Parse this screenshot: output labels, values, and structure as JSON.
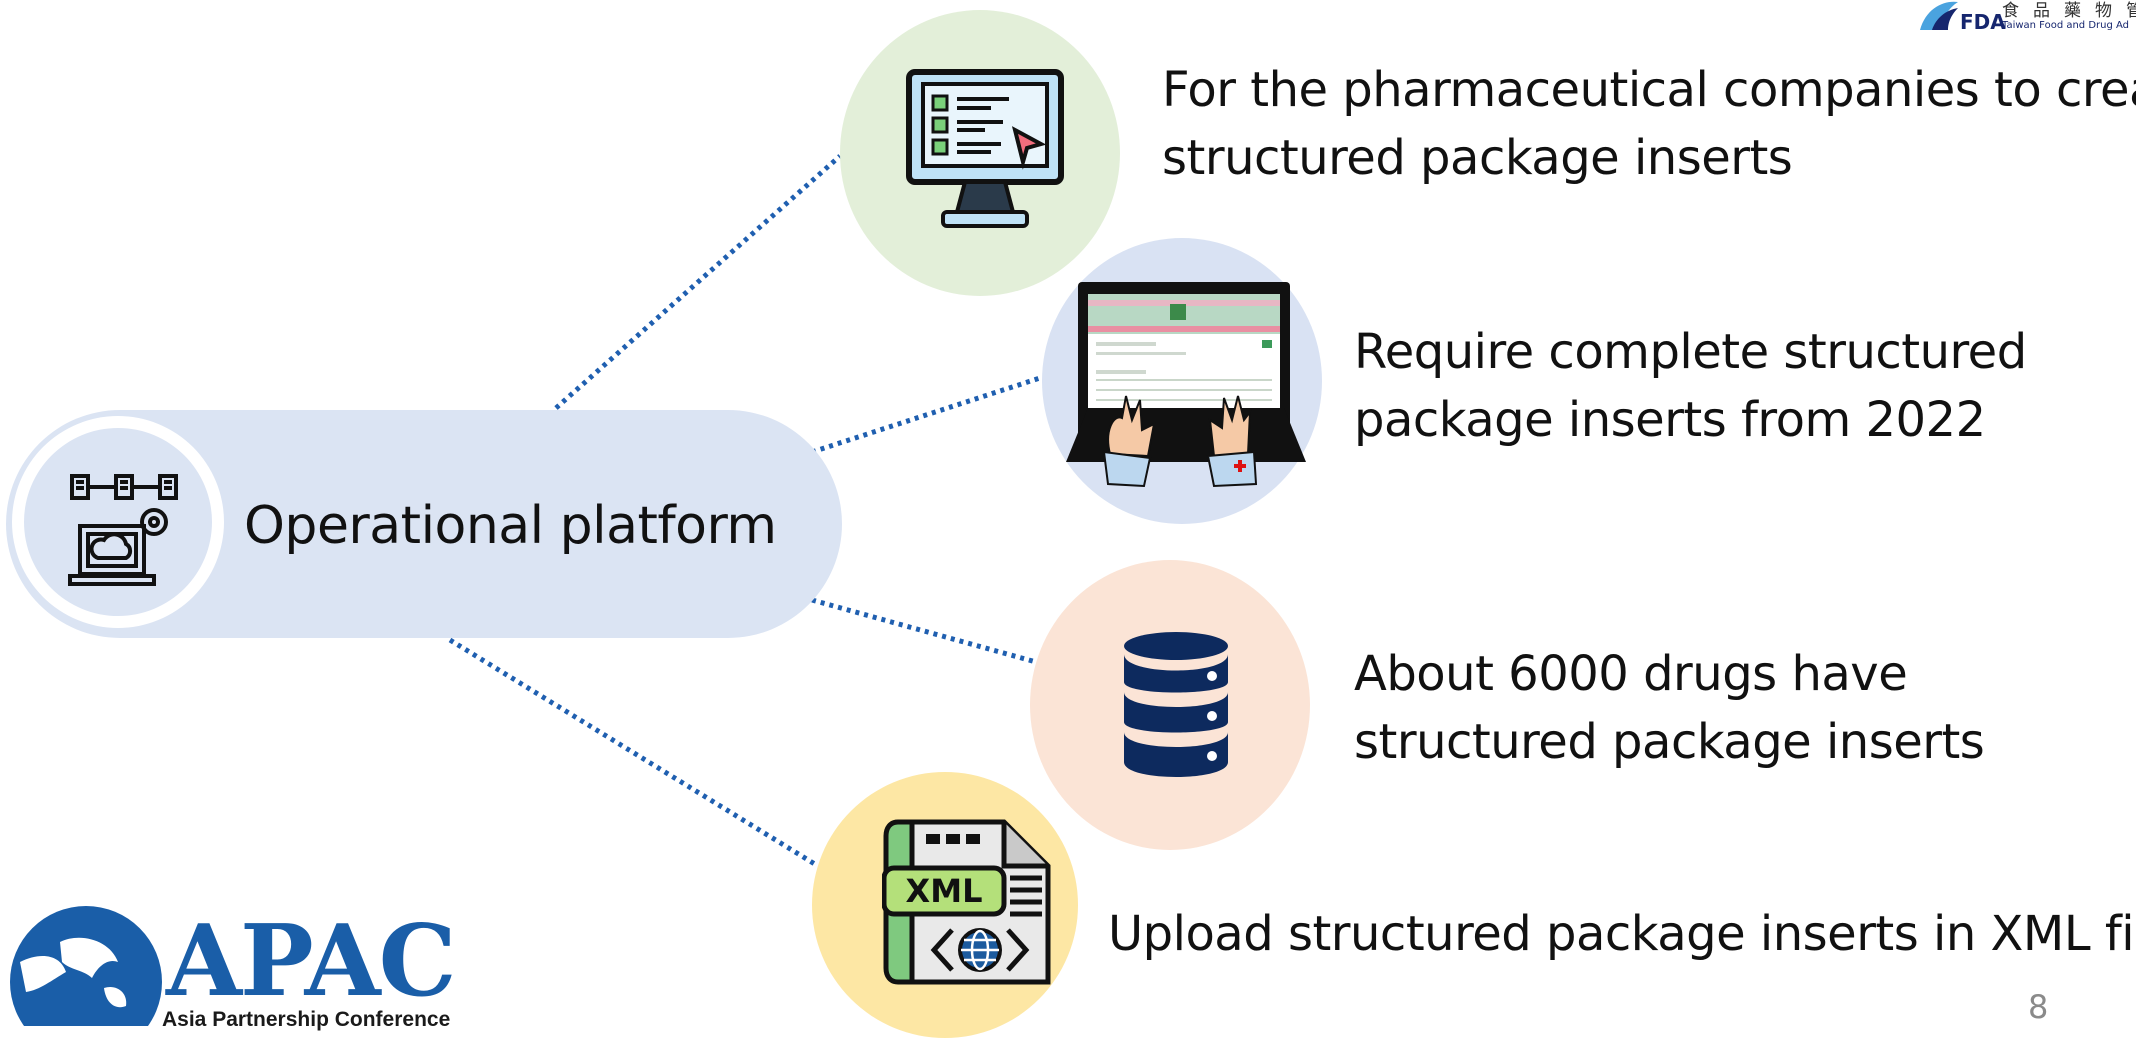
{
  "header": {
    "logo_chinese": "食品藥物管",
    "logo_acronym": "FDA",
    "logo_english": "Taiwan Food and Drug Ad"
  },
  "hub": {
    "label": "Operational platform",
    "icon": "cloud-laptop-network-icon"
  },
  "items": [
    {
      "icon": "monitor-checklist-icon",
      "lines": [
        "For the pharmaceutical companies to create",
        "structured package inserts"
      ]
    },
    {
      "icon": "laptop-hands-screenshot-icon",
      "lines": [
        "Require complete structured",
        "package inserts from 2022"
      ]
    },
    {
      "icon": "database-icon",
      "lines": [
        "About 6000 drugs have",
        "structured package inserts"
      ]
    },
    {
      "icon": "xml-file-icon",
      "lines": [
        "Upload structured package inserts in XML files"
      ]
    }
  ],
  "footer": {
    "apac_logo_text": "APAC",
    "apac_subtitle": "Asia Partnership Conference",
    "page_number": "8"
  },
  "colors": {
    "hub_fill": "#dbe4f3",
    "connector": "#1f5fb0",
    "circle_green": "#e3efd9",
    "circle_blue": "#d9e2f3",
    "circle_peach": "#fbe4d6",
    "circle_yellow": "#fde7a4",
    "navy": "#0d2a5e"
  }
}
